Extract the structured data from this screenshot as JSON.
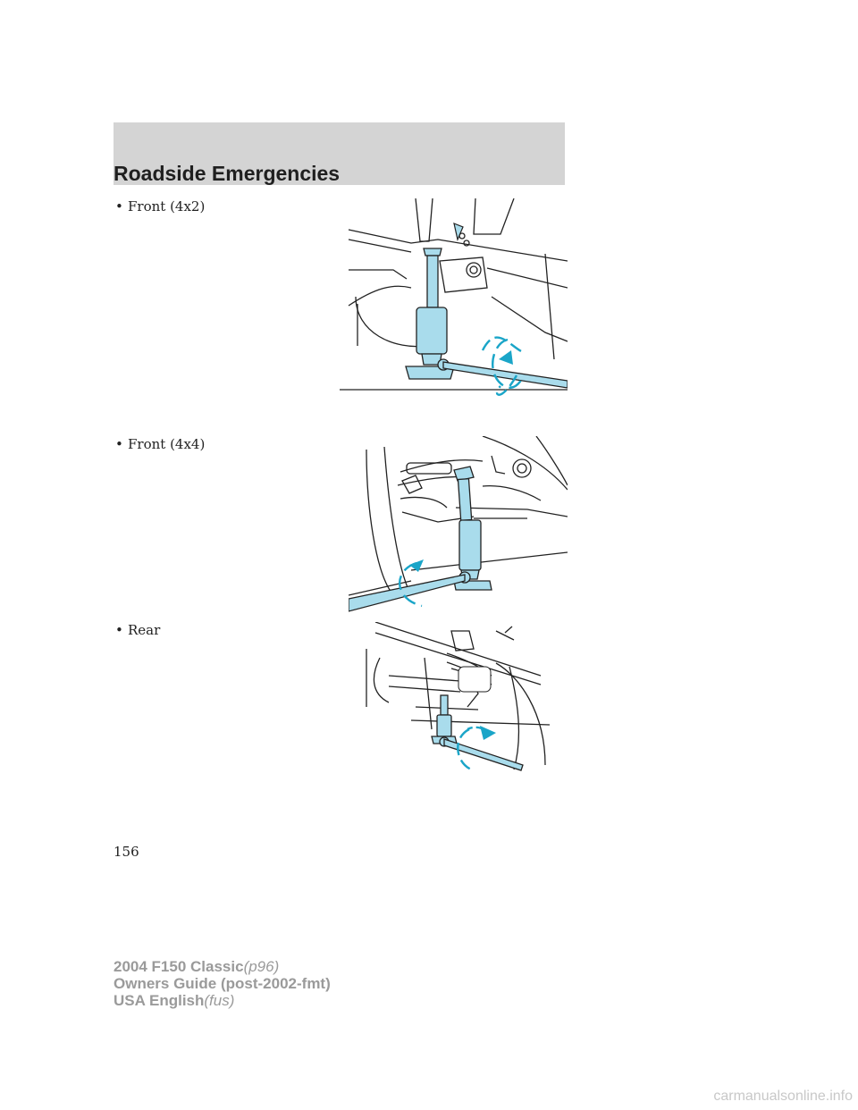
{
  "header": {
    "title": "Roadside Emergencies"
  },
  "sections": [
    {
      "bullet": "•",
      "label": "Front (4x2)",
      "figure_icon": "jack-front-4x2-illustration"
    },
    {
      "bullet": "•",
      "label": "Front (4x4)",
      "figure_icon": "jack-front-4x4-illustration"
    },
    {
      "bullet": "•",
      "label": "Rear",
      "figure_icon": "jack-rear-illustration"
    }
  ],
  "page_number": "156",
  "footer": {
    "line1_main": "2004 F150 Classic",
    "line1_code": "(p96)",
    "line2": "Owners Guide (post-2002-fmt)",
    "line3_main": "USA English",
    "line3_code": "(fus)"
  },
  "watermark": "carmanualsonline.info",
  "colors": {
    "header_band": "#d4d4d4",
    "accent": "#1aa5c8",
    "jack_fill": "#a9dcec",
    "footer_text": "#9a9a9a"
  }
}
